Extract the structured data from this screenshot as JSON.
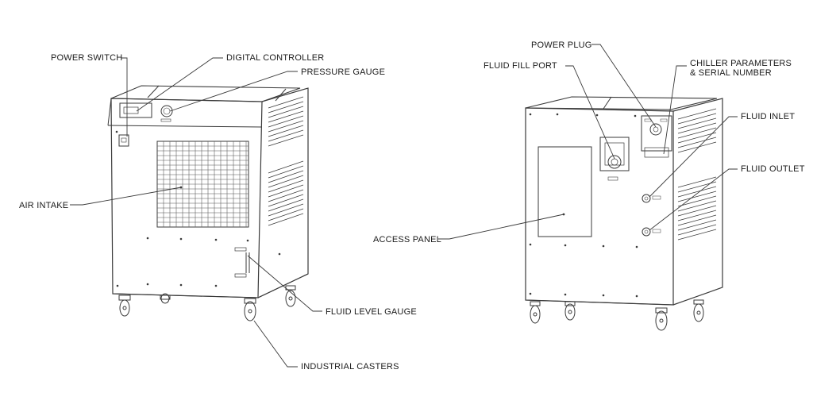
{
  "callouts": {
    "power_switch": "POWER SWITCH",
    "digital_controller": "DIGITAL CONTROLLER",
    "pressure_gauge": "PRESSURE GAUGE",
    "air_intake": "AIR INTAKE",
    "fluid_level_gauge": "FLUID LEVEL GAUGE",
    "industrial_casters": "INDUSTRIAL CASTERS",
    "power_plug": "POWER PLUG",
    "fluid_fill_port": "FLUID FILL PORT",
    "chiller_parameters_line1": "CHILLER PARAMETERS",
    "chiller_parameters_line2": "& SERIAL NUMBER",
    "fluid_inlet": "FLUID INLET",
    "fluid_outlet": "FLUID OUTLET",
    "access_panel": "ACCESS PANEL"
  },
  "colors": {
    "line": "#3a3a3a",
    "text": "#1a1a1a",
    "background": "#ffffff"
  }
}
